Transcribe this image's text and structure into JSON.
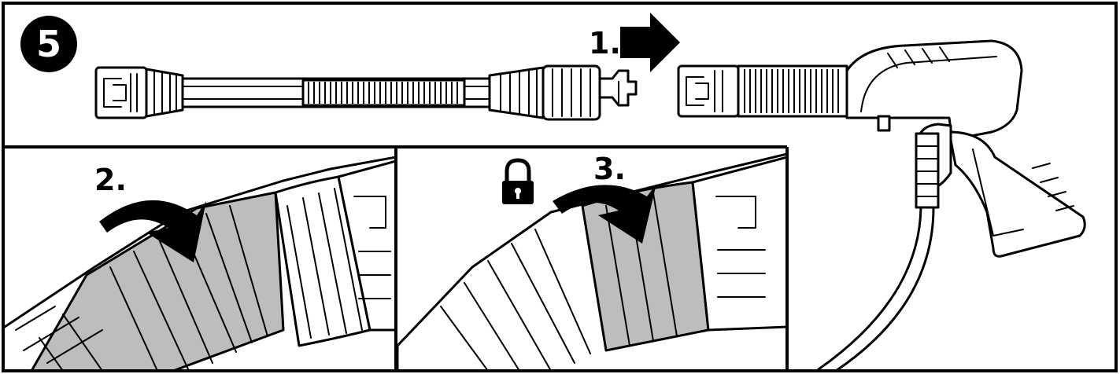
{
  "step": {
    "number": "5"
  },
  "labels": {
    "step1": "1.",
    "step2": "2.",
    "step3": "3."
  },
  "icons": [
    "lock-icon",
    "arrow-right-icon",
    "curved-arrow-icon"
  ],
  "colors": {
    "ink": "#000000",
    "paper": "#ffffff",
    "highlight": "#bdbdbd"
  }
}
